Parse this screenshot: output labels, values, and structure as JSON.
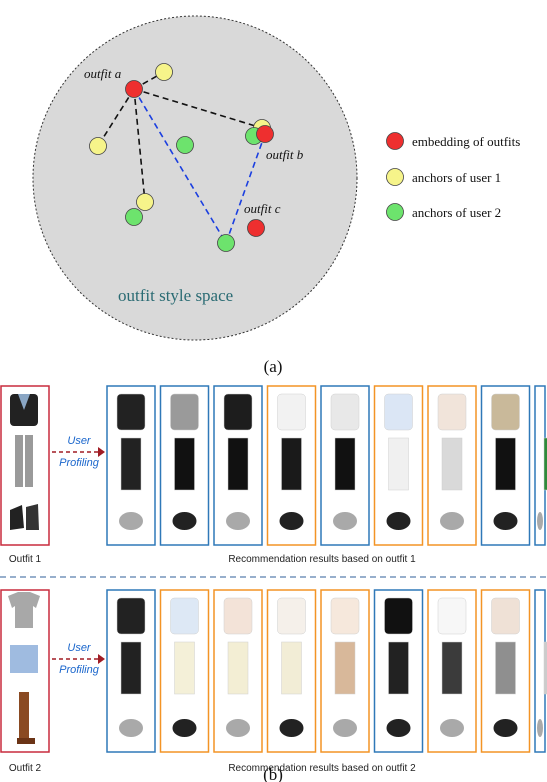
{
  "colors": {
    "embedding": "#ee2f2f",
    "user1": "#f6f48a",
    "user2": "#6de36d",
    "space_fill": "#d9d9d9",
    "blue_frame": "#2f78b8",
    "orange_frame": "#f39425",
    "red_frame": "#c92b3d",
    "dash_blue": "#1b3fe0"
  },
  "panel_a": {
    "space_label": "outfit style space",
    "caption": "(a)",
    "point_labels": {
      "a": "outfit a",
      "b": "outfit b",
      "c": "outfit c"
    },
    "legend": [
      {
        "key": "embedding",
        "label": "embedding of outfits",
        "icon": "red-circle-icon"
      },
      {
        "key": "user1",
        "label": "anchors of user 1",
        "icon": "yellow-circle-icon"
      },
      {
        "key": "user2",
        "label": "anchors of user 2",
        "icon": "green-circle-icon"
      }
    ]
  },
  "panel_b": {
    "caption": "(b)",
    "rows": [
      {
        "query_label": "Outfit 1",
        "profiling": [
          "User",
          "Profiling"
        ],
        "results_label": "Recommendation results based on outfit 1",
        "frames": [
          "blue",
          "blue",
          "blue",
          "orange",
          "blue",
          "orange",
          "orange",
          "blue",
          "blue"
        ]
      },
      {
        "query_label": "Outfit 2",
        "profiling": [
          "User",
          "Profiling"
        ],
        "results_label": "Recommendation results based on outfit  2",
        "frames": [
          "blue",
          "orange",
          "orange",
          "orange",
          "orange",
          "blue",
          "orange",
          "orange",
          "blue"
        ]
      }
    ]
  }
}
